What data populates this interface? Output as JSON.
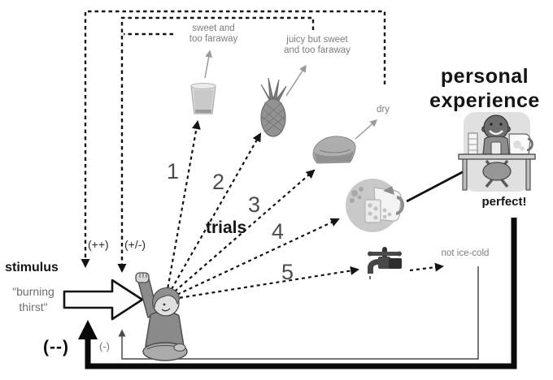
{
  "diagram": {
    "title_line1": "personal",
    "title_line2": "experience",
    "stimulus": {
      "label": "stimulus",
      "quote_line1": "\"burning",
      "quote_line2": "thirst\""
    },
    "trials_label": "trials",
    "trials": [
      {
        "number": "1",
        "item_icon": "water-glass-icon",
        "note1": "sweet and",
        "note2": "too faraway"
      },
      {
        "number": "2",
        "item_icon": "pineapple-icon",
        "note1": "juicy but sweet",
        "note2": "and too faraway"
      },
      {
        "number": "3",
        "item_icon": "bread-icon",
        "note1": "dry"
      },
      {
        "number": "4",
        "item_icon": "iced-drink-icon"
      },
      {
        "number": "5",
        "item_icon": "tap-faucet-icon",
        "note1": "not ice-cold"
      }
    ],
    "outcome": {
      "label": "perfect!",
      "icon": "child-drinking-at-table-icon"
    },
    "feedback": {
      "strong_positive": "(++)",
      "mixed": "(+/-)",
      "negative": "(-)",
      "strong_negative": "(--)"
    },
    "icons": {
      "stimulus_arrow": "block-arrow-right-icon",
      "responder": "child-raising-hand-icon"
    },
    "colors": {
      "line": "#141414",
      "note_text": "#7d7d7d",
      "gray_arrow": "#9a9a9a",
      "background": "#ffffff"
    }
  }
}
